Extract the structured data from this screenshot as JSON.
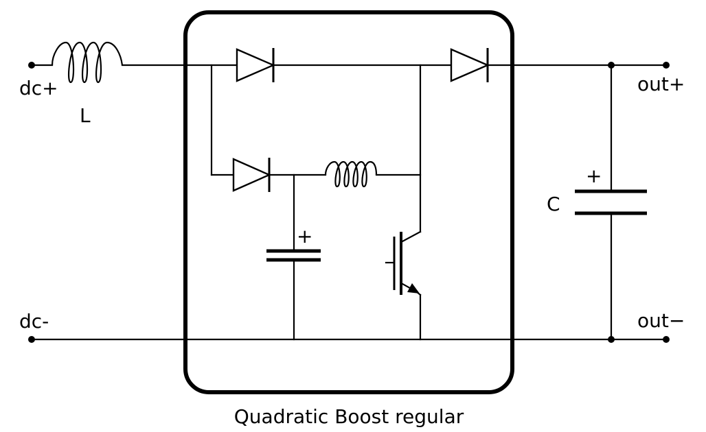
{
  "labels": {
    "dc_plus": "dc+",
    "dc_minus": "dc-",
    "out_plus": "out+",
    "out_minus": "out−",
    "inductor_L": "L",
    "capacitor_C": "C",
    "cap_plus_inner": "+",
    "cap_plus_outer": "+",
    "caption": "Quadratic Boost regular"
  }
}
